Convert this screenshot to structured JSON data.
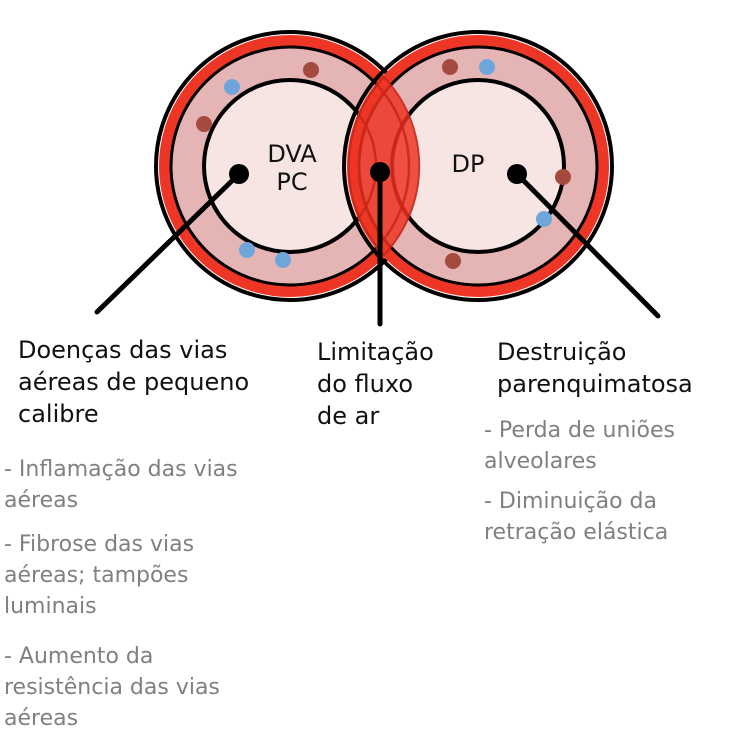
{
  "colors": {
    "outer_ring": "#ee3626",
    "wall": "#e5b4b4",
    "lumen": "#f7e5e4",
    "dark_stroke": "#000000",
    "overlap_fill": "#ee3626",
    "dot_blue": "#6fa6da",
    "dot_brown": "#a44a3f",
    "detail_text": "#808080"
  },
  "diagram": {
    "left_circle_label_line1": "DVA",
    "left_circle_label_line2": "PC",
    "right_circle_label": "DP"
  },
  "callouts": {
    "left": {
      "title": "Doenças das vias\naéreas de pequeno\ncalibre",
      "items": [
        "- Inflamação das vias\n  aéreas",
        "- Fibrose das vias\n  aéreas; tampões\n  luminais",
        "- Aumento da\n  resistência das vias\n  aéreas"
      ]
    },
    "center": {
      "title": "Limitação\ndo fluxo\nde ar"
    },
    "right": {
      "title": "Destruição\nparenquimatosa",
      "items": [
        "- Perda de uniões\n  alveolares",
        "- Diminuição da\n  retração elástica"
      ]
    }
  }
}
